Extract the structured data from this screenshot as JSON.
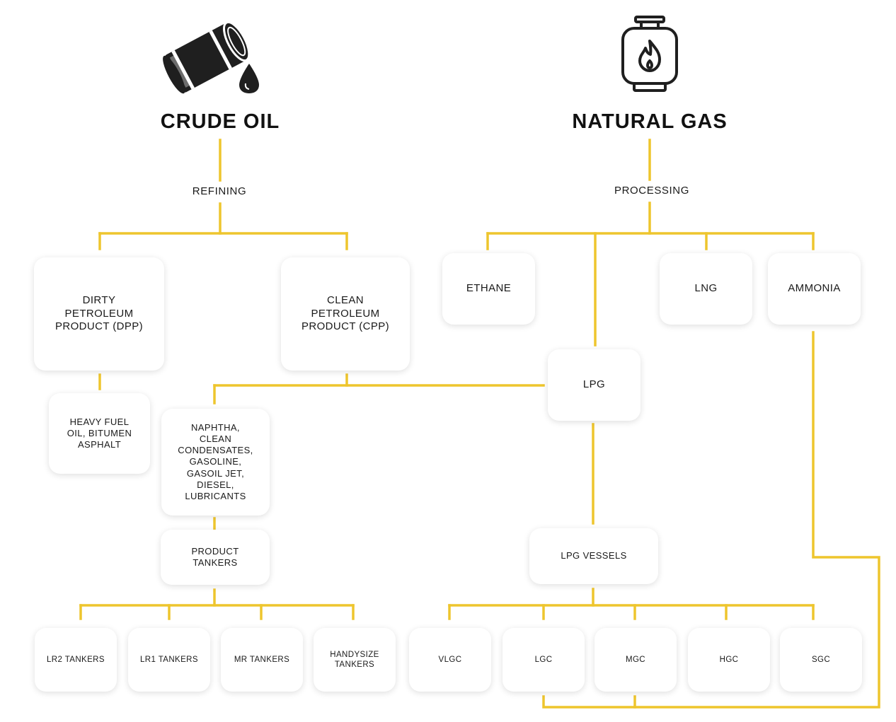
{
  "colors": {
    "connector": "#EEC52D",
    "text": "#1a1a1a",
    "icon": "#1f1f1f"
  },
  "icons": {
    "left": "oil-barrel-icon",
    "right": "gas-cylinder-icon"
  },
  "headings": {
    "left": "CRUDE OIL",
    "right": "NATURAL GAS"
  },
  "stages": {
    "left": "REFINING",
    "right": "PROCESSING"
  },
  "nodes": {
    "dpp": "DIRTY\nPETROLEUM\nPRODUCT (DPP)",
    "cpp": "CLEAN\nPETROLEUM\nPRODUCT (CPP)",
    "ethane": "ETHANE",
    "lng": "LNG",
    "ammonia": "AMMONIA",
    "lpg": "LPG",
    "heavy_fuel": "HEAVY FUEL\nOIL, BITUMEN\nASPHALT",
    "naphtha": "NAPHTHA,\nCLEAN\nCONDENSATES,\nGASOLINE,\nGASOIL JET,\nDIESEL,\nLUBRICANTS",
    "product_tankers": "PRODUCT\nTANKERS",
    "lpg_vessels": "LPG VESSELS",
    "lr2": "LR2 TANKERS",
    "lr1": "LR1 TANKERS",
    "mr": "MR TANKERS",
    "handysize": "HANDYSIZE\nTANKERS",
    "vlgc": "VLGC",
    "lgc": "LGC",
    "mgc": "MGC",
    "hgc": "HGC",
    "sgc": "SGC"
  }
}
